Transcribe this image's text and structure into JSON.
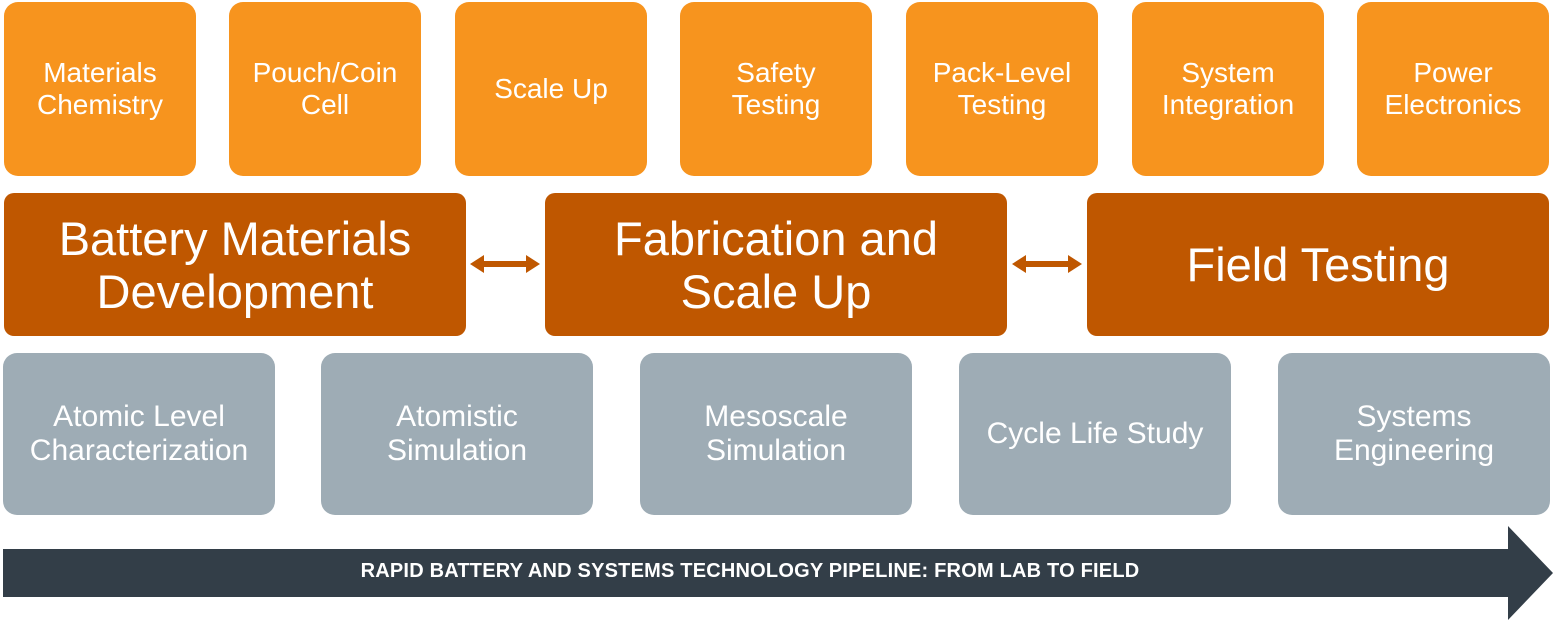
{
  "top_row": [
    "Materials\nChemistry",
    "Pouch/Coin\nCell",
    "Scale Up",
    "Safety\nTesting",
    "Pack-Level\nTesting",
    "System\nIntegration",
    "Power\nElectronics"
  ],
  "stages": [
    "Battery Materials\nDevelopment",
    "Fabrication and\nScale Up",
    "Field Testing"
  ],
  "bottom_row": [
    "Atomic Level\nCharacterization",
    "Atomistic\nSimulation",
    "Mesoscale\nSimulation",
    "Cycle Life Study",
    "Systems\nEngineering"
  ],
  "pipeline_label": "RAPID BATTERY AND SYSTEMS TECHNOLOGY PIPELINE: FROM LAB TO  FIELD",
  "colors": {
    "top_row": "#f7941e",
    "stages": "#bf5700",
    "bottom_row": "#9eacb5",
    "pipeline": "#333e48"
  }
}
